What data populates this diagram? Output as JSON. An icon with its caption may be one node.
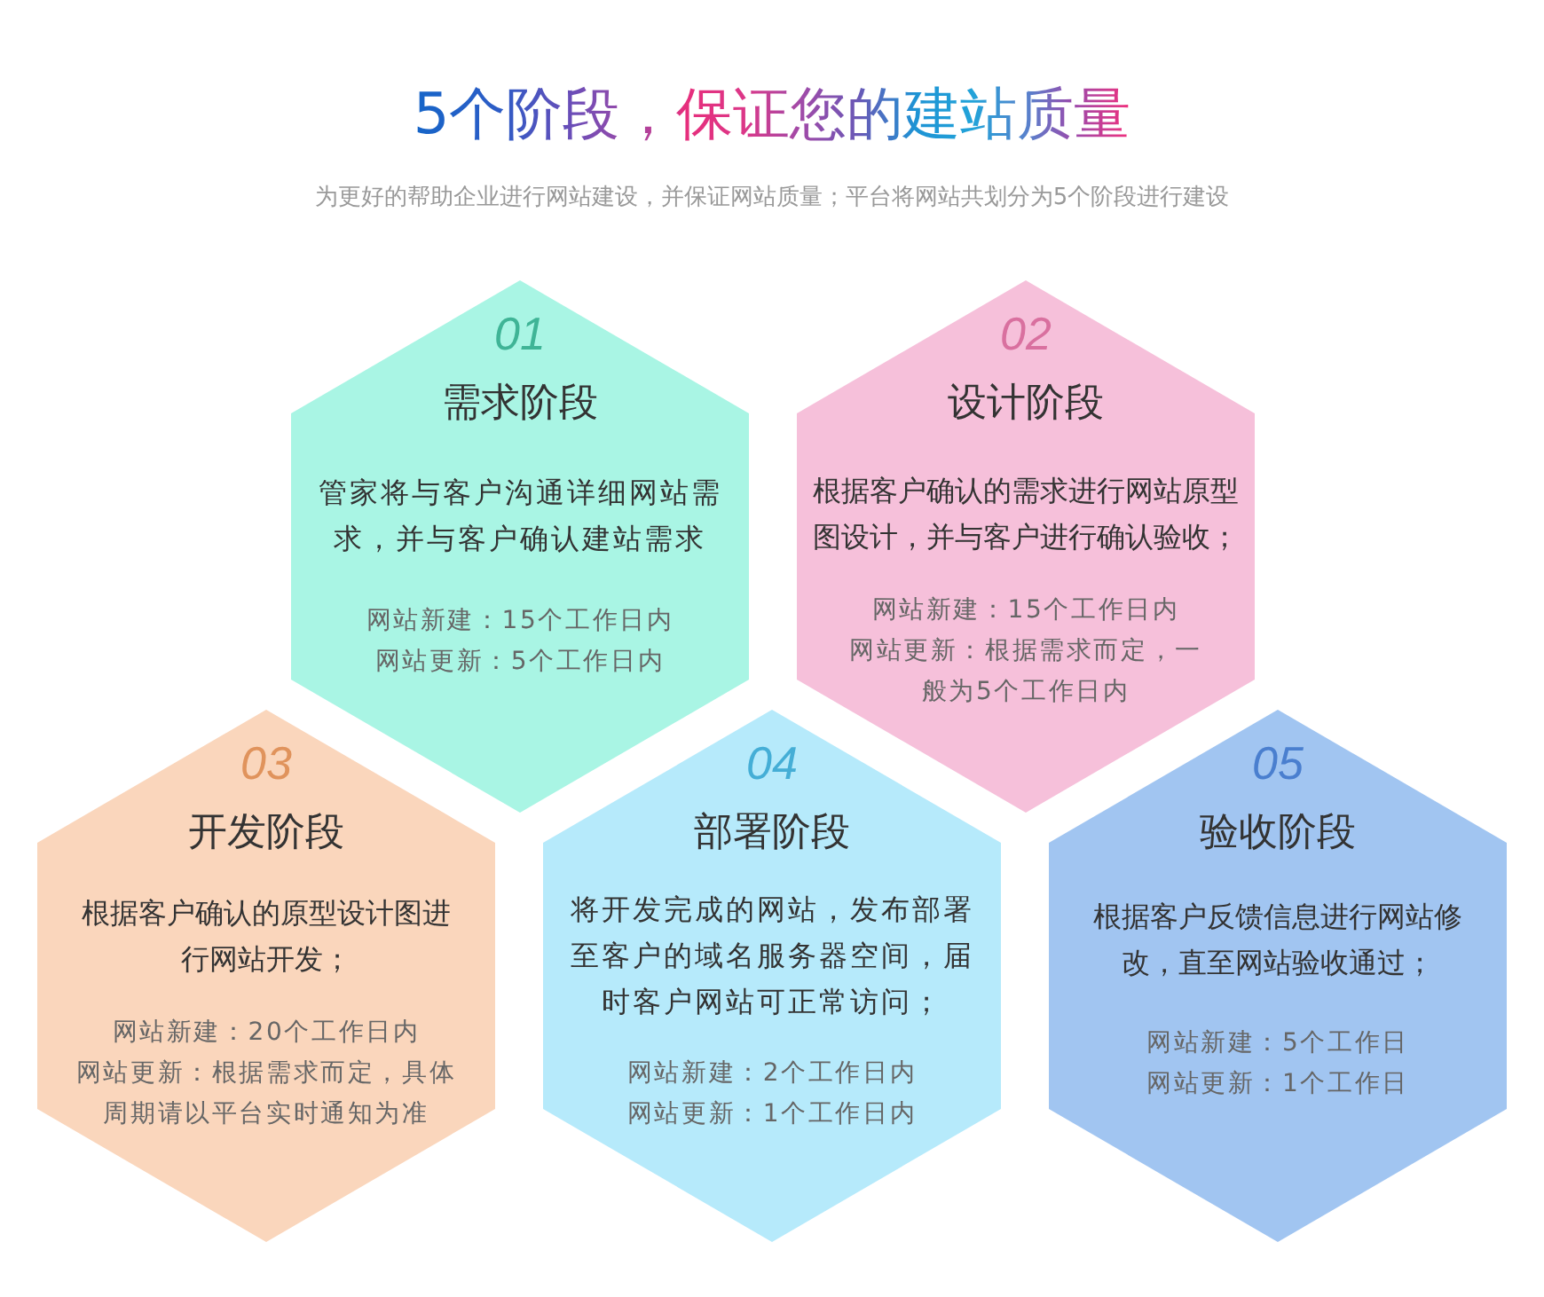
{
  "diagram": {
    "title": "5个阶段，保证您的建站质量",
    "nodes": [
      {
        "text": [
          "01",
          "需求阶段",
          "管家将与客户沟通详细网站需求，并与客户确认建站需求",
          "网站新建：15个工作日内",
          "网站更新：5个工作日内"
        ]
      },
      {
        "text": [
          "02",
          "设计阶段",
          "根据客户确认的需求进行网站原型图设计，并与客户进行确认验收；",
          "网站新建：15个工作日内",
          "网站更新：根据需求而定，一般为5个工作日内"
        ]
      },
      {
        "text": [
          "03",
          "开发阶段",
          "根据客户确认的原型设计图进行网站开发；",
          "网站新建：20个工作日内",
          "网站更新：根据需求而定，具体周期请以平台实时通知为准"
        ]
      },
      {
        "text": [
          "04",
          "部署阶段",
          "将开发完成的网站，发布部署至客户的域名服务器空间，届时客户网站可正常访问；",
          "网站新建：2个工作日内",
          "网站更新：1个工作日内"
        ]
      },
      {
        "text": [
          "05",
          "验收阶段",
          "根据客户反馈信息进行网站修改，直至网站验收通过；",
          "网站新建：5个工作日",
          "网站更新：1个工作日"
        ]
      }
    ],
    "labels": [
      "为更好的帮助企业进行网站建设，并保证网站质量；平台将网站共划分为5个阶段进行建设"
    ]
  }
}
